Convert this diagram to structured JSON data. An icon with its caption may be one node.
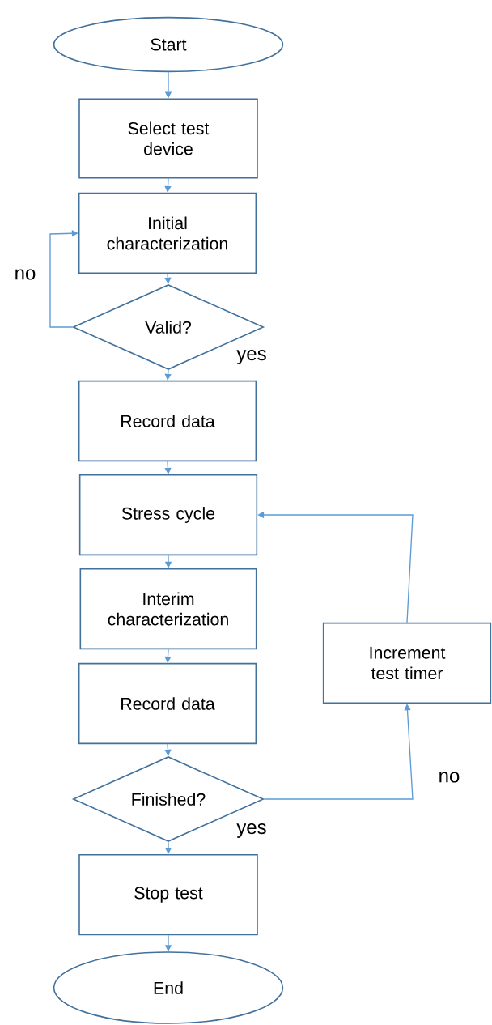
{
  "diagram": {
    "nodes": [
      {
        "text": [
          "Start"
        ]
      },
      {
        "text": [
          "Select test device"
        ]
      },
      {
        "text": [
          "Initial characterization"
        ]
      },
      {
        "text": [
          "Valid?"
        ]
      },
      {
        "text": [
          "Record data"
        ]
      },
      {
        "text": [
          "Stress cycle"
        ]
      },
      {
        "text": [
          "Interim characterization"
        ]
      },
      {
        "text": [
          "Record data"
        ]
      },
      {
        "text": [
          "Finished?"
        ]
      },
      {
        "text": [
          "Stop test"
        ]
      },
      {
        "text": [
          "End"
        ]
      },
      {
        "text": [
          "Increment test timer"
        ]
      }
    ],
    "edges": [
      {
        "from": 0,
        "to": 1,
        "arrow": "to"
      },
      {
        "from": 1,
        "to": 2,
        "arrow": "to"
      },
      {
        "from": 2,
        "to": 3,
        "arrow": "to"
      },
      {
        "from": 3,
        "to": 2,
        "arrow": "to",
        "label": "no"
      },
      {
        "from": 3,
        "to": 4,
        "arrow": "to",
        "label": "yes"
      },
      {
        "from": 4,
        "to": 5,
        "arrow": "to"
      },
      {
        "from": 5,
        "to": 6,
        "arrow": "to"
      },
      {
        "from": 6,
        "to": 7,
        "arrow": "to"
      },
      {
        "from": 7,
        "to": 8,
        "arrow": "to"
      },
      {
        "from": 8,
        "to": 11,
        "arrow": "to",
        "label": "no"
      },
      {
        "from": 8,
        "to": 9,
        "arrow": "to",
        "label": "yes"
      },
      {
        "from": 11,
        "to": 5,
        "arrow": "to"
      },
      {
        "from": 9,
        "to": 10,
        "arrow": "to"
      }
    ]
  }
}
